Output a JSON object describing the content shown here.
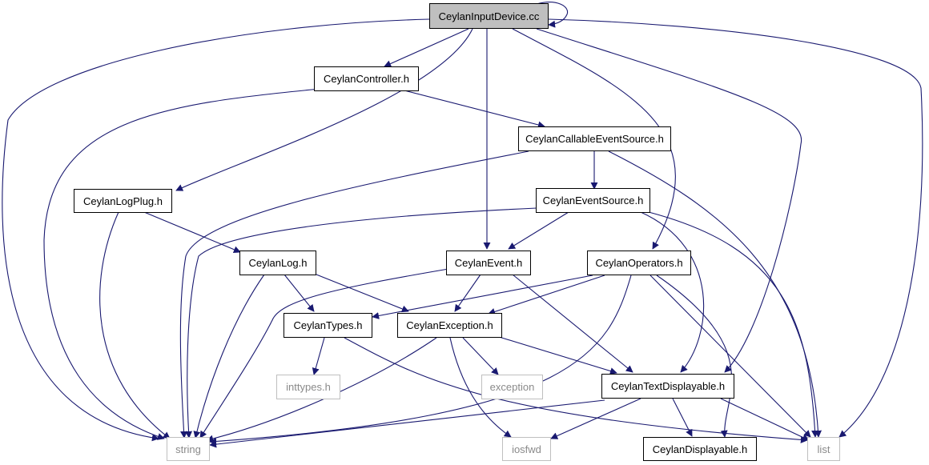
{
  "colors": {
    "edge": "#191970",
    "root_fill": "#bfbfbf",
    "node_border": "#000000",
    "external_border": "#bfbfbf",
    "external_text": "#8a8a8a"
  },
  "nodes": {
    "input_device": {
      "label": "CeylanInputDevice.cc"
    },
    "controller": {
      "label": "CeylanController.h"
    },
    "callable_event_source": {
      "label": "CeylanCallableEventSource.h"
    },
    "log_plug": {
      "label": "CeylanLogPlug.h"
    },
    "event_source": {
      "label": "CeylanEventSource.h"
    },
    "log": {
      "label": "CeylanLog.h"
    },
    "event": {
      "label": "CeylanEvent.h"
    },
    "operators": {
      "label": "CeylanOperators.h"
    },
    "types": {
      "label": "CeylanTypes.h"
    },
    "exception_h": {
      "label": "CeylanException.h"
    },
    "inttypes": {
      "label": "inttypes.h"
    },
    "exception": {
      "label": "exception"
    },
    "text_displayable": {
      "label": "CeylanTextDisplayable.h"
    },
    "string": {
      "label": "string"
    },
    "iosfwd": {
      "label": "iosfwd"
    },
    "displayable": {
      "label": "CeylanDisplayable.h"
    },
    "list": {
      "label": "list"
    }
  }
}
